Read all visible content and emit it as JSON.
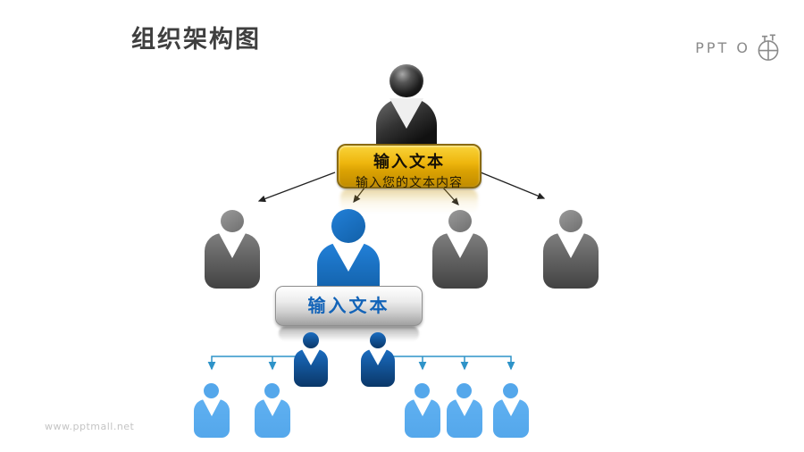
{
  "title": "组织架构图",
  "logo": {
    "text": "PPT O",
    "icon": "compass-circle-icon"
  },
  "watermark": "www.pptmall.net",
  "org_chart": {
    "root_button": {
      "line1": "输入文本",
      "line2": "输入您的文本内容"
    },
    "level2_button": {
      "label": "输入文本"
    },
    "levels": [
      {
        "level": 1,
        "nodes": 1,
        "style": "black glossy person (top)"
      },
      {
        "level": 2,
        "nodes": 4,
        "style": "gray, blue(highlighted), gray, gray"
      },
      {
        "level": 3,
        "nodes": 2,
        "style": "dark blue persons"
      },
      {
        "level": 4,
        "nodes": 5,
        "style": "light blue persons, groups of 2 and 3"
      }
    ]
  },
  "colors": {
    "title": "#3f3f3f",
    "logo": "#8a8a8a",
    "watermark": "#c4c4c4",
    "gold_border": "#8a6a10",
    "silver_text": "#1263b8",
    "blue_top": "#2280d8",
    "blue_bot": "#1260a8",
    "dkblue_top": "#1a6cc0",
    "dkblue_bot": "#0a3768",
    "ltblue": "#54a7eb",
    "connector": "#2e93c8",
    "arrow": "#222222"
  }
}
